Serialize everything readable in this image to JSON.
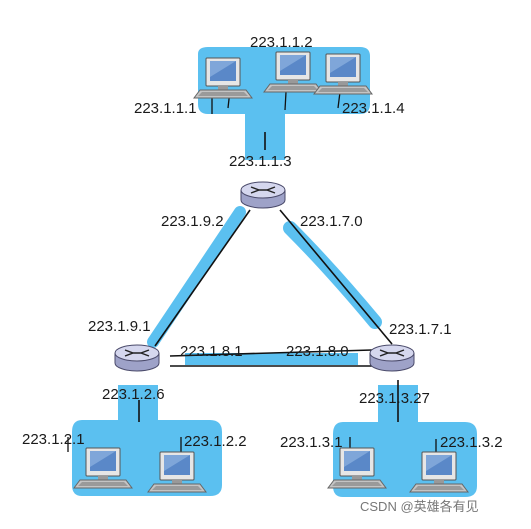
{
  "colors": {
    "subnet_fill": "#5bc0f0",
    "link": "#111111",
    "router_body": "#c9cbe6",
    "router_outline": "#4a4a6a",
    "screen": "#5a88c8",
    "device_body": "#b9b9b9",
    "watermark": "#777777"
  },
  "labels": {
    "top_host_left": "223.1.1.1",
    "top_host_mid": "223.1.1.2",
    "top_host_right": "223.1.1.4",
    "top_router_up": "223.1.1.3",
    "top_router_left": "223.1.9.2",
    "top_router_right": "223.1.7.0",
    "left_router_up": "223.1.9.1",
    "left_router_right": "223.1.8.1",
    "left_router_down": "223.1.2.6",
    "right_router_left": "223.1.8.0",
    "right_router_up": "223.1.7.1",
    "right_router_down": "223.1.3.27",
    "bl_host_left": "223.1.2.1",
    "bl_host_right": "223.1.2.2",
    "br_host_left": "223.1.3.1",
    "br_host_right": "223.1.3.2"
  },
  "watermark": "CSDN @英雄各有见"
}
